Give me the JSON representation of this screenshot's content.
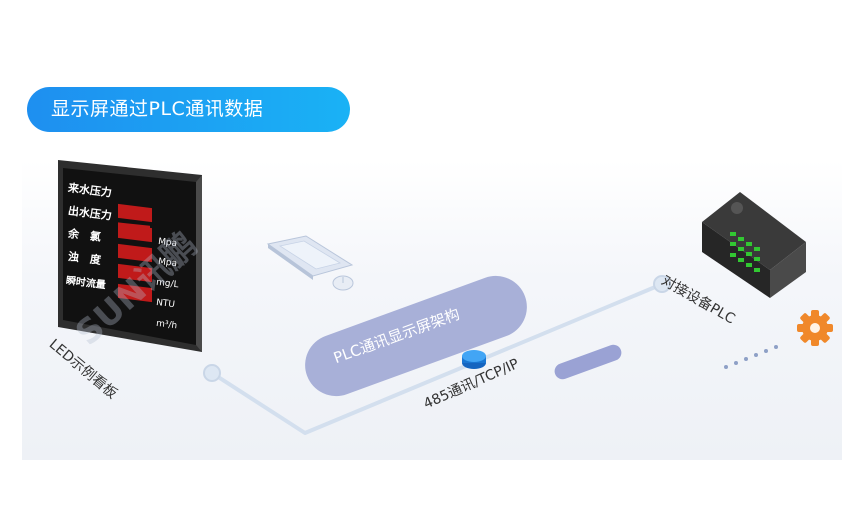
{
  "header": {
    "title": "显示屏通过PLC通讯数据"
  },
  "center_pill": {
    "label": "PLC通讯显示屏架构"
  },
  "labels": {
    "led_board": "LED示例看板",
    "plc_device": "对接设备PLC",
    "link": "485通讯/TCP/IP"
  },
  "led_panel": {
    "rows": [
      "来水压力",
      "出水压力",
      "余　氯",
      "浊　度",
      "瞬时流量"
    ],
    "units": [
      "Mpa",
      "Mpa",
      "mg/L",
      "NTU",
      "m³/h"
    ]
  },
  "watermark": {
    "text": "SUN讯鹏"
  },
  "colors": {
    "accent": "#1e8ff0",
    "line": "#d3dfee",
    "pill": "#a8b0d8",
    "gear": "#f0882a"
  }
}
